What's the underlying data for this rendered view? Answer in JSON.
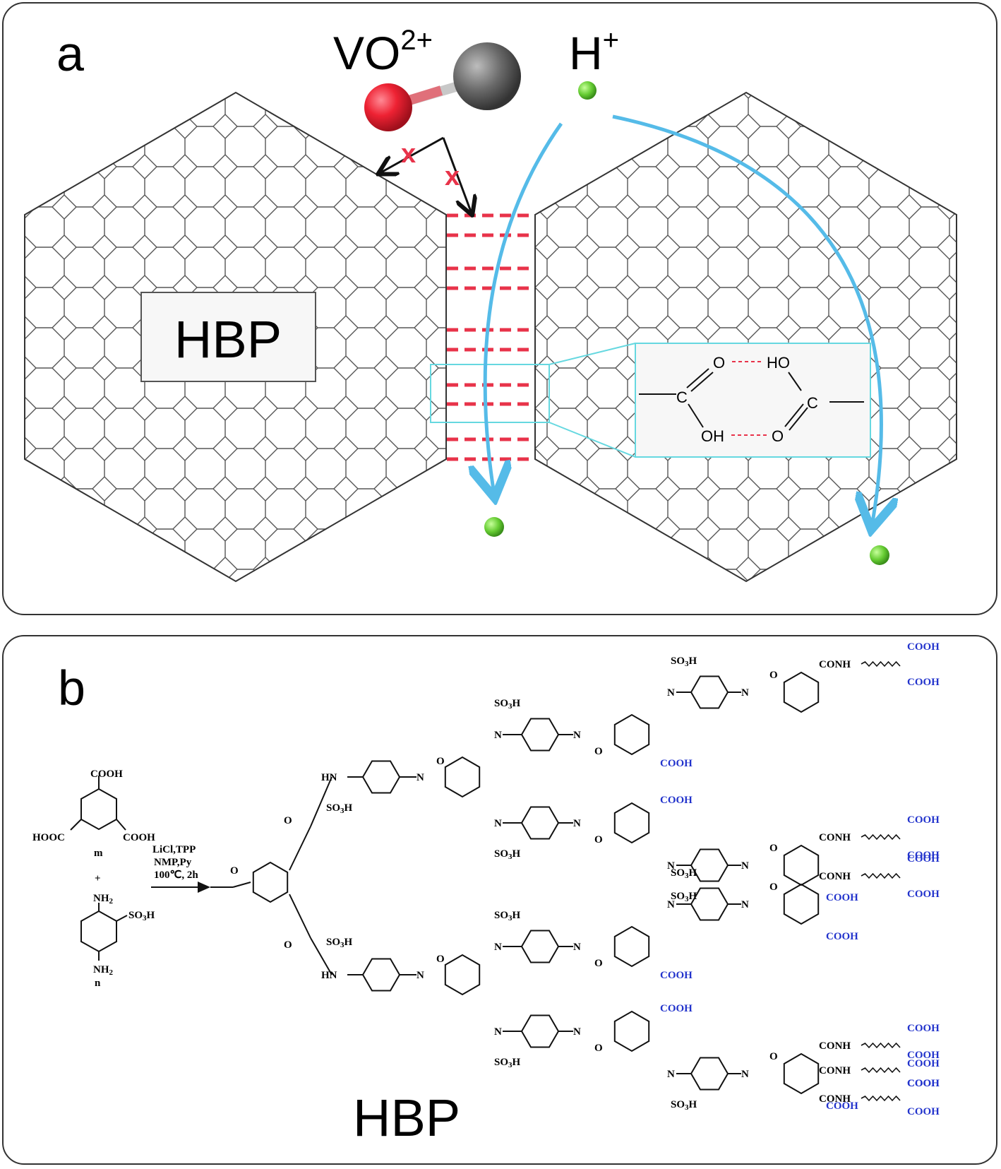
{
  "panel_a": {
    "label": "a",
    "vo_ion": "VO",
    "vo_charge": "2+",
    "h_ion": "H",
    "h_charge": "+",
    "blocked_mark": "x",
    "polymer_label": "HBP",
    "inset": {
      "o_top": "O",
      "ho": "HO",
      "c_left": "C",
      "c_right": "C",
      "oh": "OH",
      "o_bottom": "O"
    },
    "colors": {
      "proton": "#66cc33",
      "arrow": "#55bbe8",
      "hbond": "#e8334a",
      "inset_border": "#66d8e0",
      "vo_red": "#ee2233",
      "vo_grey": "#666666"
    }
  },
  "panel_b": {
    "label": "b",
    "product_label": "HBP",
    "monomer_m": {
      "cooh": "COOH",
      "hooc": "HOOC",
      "name": "m"
    },
    "monomer_n": {
      "nh2": "NH",
      "so3h": "SO",
      "name": "n"
    },
    "plus": "+",
    "conditions": [
      "LiCl,TPP",
      "NMP,Py",
      "100℃, 2h"
    ],
    "groups": {
      "cooh": "COOH",
      "conh": "CONH",
      "so3h": "SO",
      "hn": "HN",
      "nh": "N",
      "h": "H",
      "o": "O",
      "three": "3"
    },
    "colors": {
      "terminal": "#2233cc"
    }
  }
}
